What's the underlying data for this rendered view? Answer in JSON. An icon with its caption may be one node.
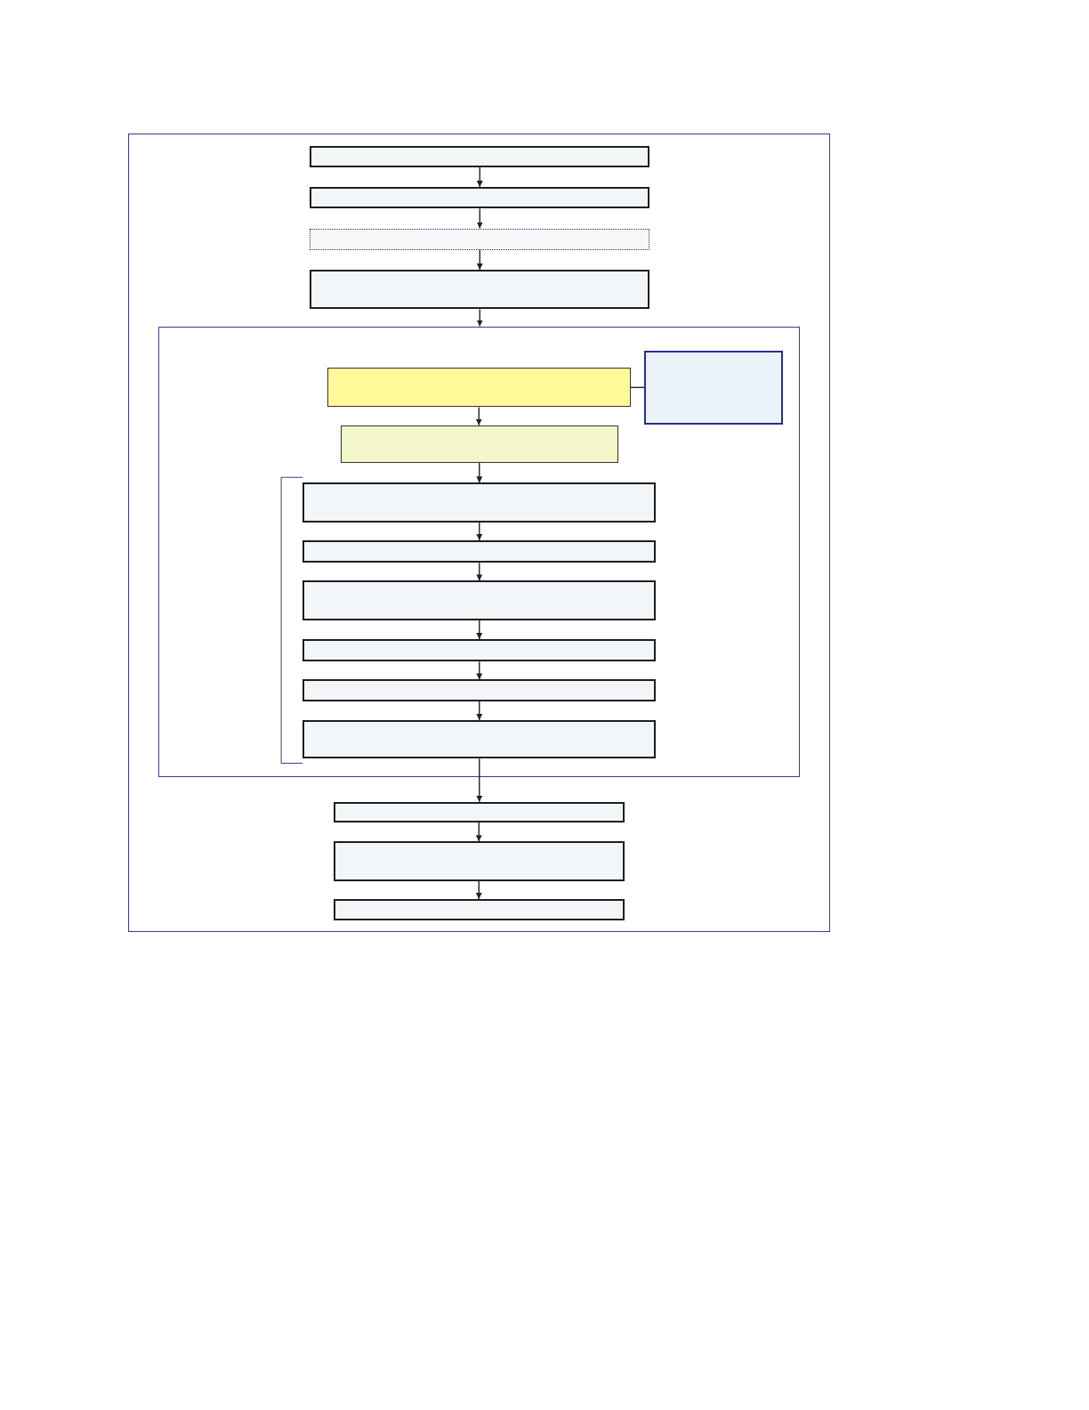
{
  "diagram": {
    "nodes": [
      {
        "text": [],
        "shape": "box"
      },
      {
        "text": [],
        "shape": "box",
        "in": 0
      },
      {
        "text": [],
        "shape": "box",
        "in": 0
      },
      {
        "text": [],
        "shape": "box",
        "in": 0
      },
      {
        "text": [],
        "shape": "box",
        "in": 0
      },
      {
        "text": [],
        "shape": "box",
        "in": 0
      },
      {
        "text": [],
        "shape": "box",
        "in": 5
      },
      {
        "text": [],
        "shape": "box",
        "in": 5
      },
      {
        "text": [],
        "shape": "box",
        "in": 5
      },
      {
        "text": [],
        "shape": "box",
        "in": 5
      },
      {
        "text": [],
        "shape": "box",
        "in": 5
      },
      {
        "text": [],
        "shape": "box",
        "in": 5
      },
      {
        "text": [],
        "shape": "box",
        "in": 5
      },
      {
        "text": [],
        "shape": "box",
        "in": 5
      },
      {
        "text": [],
        "shape": "box",
        "in": 5
      },
      {
        "text": [],
        "shape": "box",
        "in": 0
      },
      {
        "text": [],
        "shape": "box",
        "in": 0
      },
      {
        "text": [],
        "shape": "box",
        "in": 0
      }
    ],
    "edges": [
      {
        "from": 1,
        "to": 2,
        "arrow": "to"
      },
      {
        "from": 2,
        "to": 3,
        "arrow": "to"
      },
      {
        "from": 3,
        "to": 4,
        "arrow": "to"
      },
      {
        "from": 4,
        "to": 5,
        "arrow": "to"
      },
      {
        "from": 6,
        "to": 7,
        "arrow": "none"
      },
      {
        "from": 6,
        "to": 8,
        "arrow": "to"
      },
      {
        "from": 8,
        "to": 9,
        "arrow": "to"
      },
      {
        "from": 9,
        "to": 10,
        "arrow": "to"
      },
      {
        "from": 10,
        "to": 11,
        "arrow": "to"
      },
      {
        "from": 11,
        "to": 12,
        "arrow": "to"
      },
      {
        "from": 12,
        "to": 13,
        "arrow": "to"
      },
      {
        "from": 13,
        "to": 14,
        "arrow": "to"
      },
      {
        "from": 14,
        "to": 15,
        "arrow": "to"
      },
      {
        "from": 15,
        "to": 16,
        "arrow": "to"
      },
      {
        "from": 16,
        "to": 17,
        "arrow": "to"
      }
    ]
  }
}
